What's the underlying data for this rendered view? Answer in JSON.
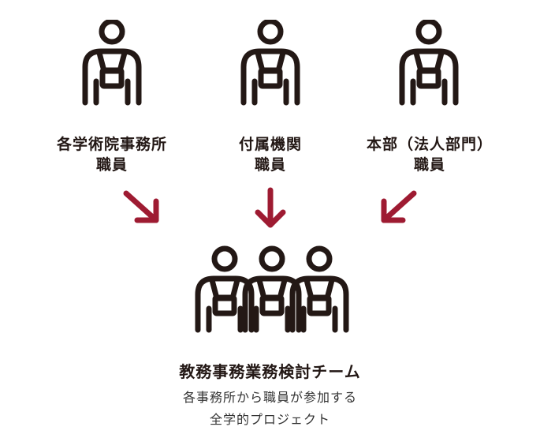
{
  "groups": [
    {
      "line1": "各学術院事務所",
      "line2": "職員"
    },
    {
      "line1": "付属機関",
      "line2": "職員"
    },
    {
      "line1": "本部（法人部門）",
      "line2": "職員"
    }
  ],
  "team": {
    "title": "教務事務業務検討チーム",
    "desc_line1": "各事務所から職員が参加する",
    "desc_line2": "全学的プロジェクト"
  },
  "colors": {
    "icon": "#231815",
    "arrow": "#9e1b32"
  }
}
